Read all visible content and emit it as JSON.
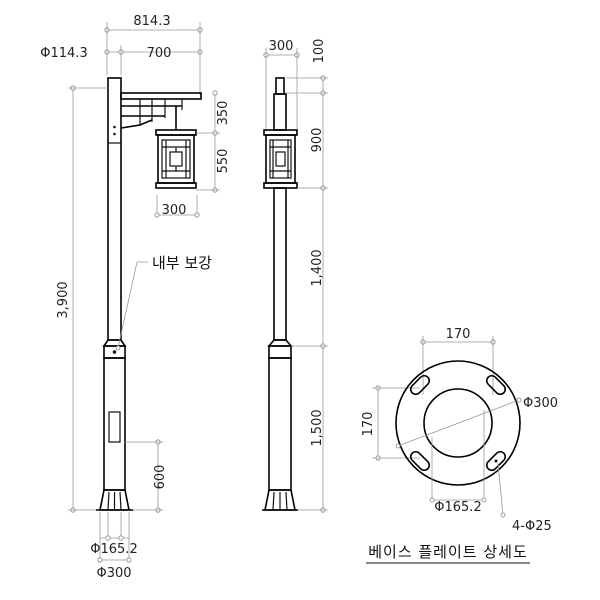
{
  "front_view": {
    "dims": {
      "overall_arm": "814.3",
      "pole_dia": "Φ114.3",
      "arm_length": "700",
      "lamp_top": "350",
      "lamp_body": "550",
      "lamp_width": "300",
      "total_height": "3,900",
      "door_height": "600",
      "base_plate_bolt": "Φ165.2",
      "base_plate_dia": "Φ300"
    },
    "callout_reinforcement": "내부 보강"
  },
  "side_view": {
    "dims": {
      "lamp_width": "300",
      "top": "100",
      "lamp": "900",
      "upper_pole": "1,400",
      "lower_pole": "1,500"
    }
  },
  "base_plate_detail": {
    "dims": {
      "width": "170",
      "height": "170",
      "outer_dia": "Φ300",
      "inner_dia": "Φ165.2",
      "bolts": "4-Φ25"
    },
    "title": "베이스 플레이트 상세도"
  }
}
